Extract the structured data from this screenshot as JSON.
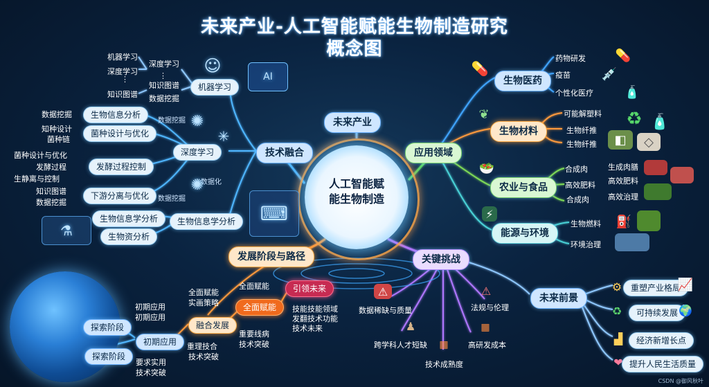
{
  "title_line1": "未来产业-人工智能赋能生物制造研究",
  "title_line2": "概念图",
  "center": {
    "line1": "人工智能赋",
    "line2": "能生物制造"
  },
  "top_node": "未来产业",
  "tech": {
    "label": "技术融合",
    "ml": {
      "label": "机器学习",
      "ai_badge": "AI",
      "l1": [
        "机器学习",
        "深度学习"
      ],
      "l2": [
        "深度学习",
        "知识图谱",
        "数据挖掘",
        "知识图谱"
      ],
      "dots": "⋮"
    },
    "dl": {
      "label": "深度学习",
      "data_mining": "数据挖掘",
      "digitize": "数据化",
      "data_mining2": "数据挖掘"
    },
    "bio_info": {
      "label": "生物信息分析",
      "left": "数据挖掘"
    },
    "strain": {
      "label": "菌种设计与优化",
      "left1": "知种设计",
      "left2": "菌种链"
    },
    "ferment": {
      "label": "发酵过程控制",
      "left1": "菌种设计与优化",
      "left2": "发酵过程",
      "left3": "生静离与控制"
    },
    "downstream": {
      "label": "下游分离与优化",
      "left1": "知识图谱",
      "left2": "数据挖掘"
    },
    "bioinfo2": {
      "label": "生物信息学分析",
      "sub1": "生物信息学分析",
      "sub2": "生物资分析"
    }
  },
  "apps": {
    "label": "应用领域",
    "pharma": {
      "label": "生物医药",
      "items": [
        "药物研发",
        "疫苗",
        "个性化医疗"
      ]
    },
    "materials": {
      "label": "生物材料",
      "items": [
        "可能解塑料",
        "生物纤推",
        "生物纤推"
      ]
    },
    "agri": {
      "label": "农业与食品",
      "items": [
        "合成肉",
        "高效肥料",
        "合成肉"
      ],
      "sub": [
        "生成肉膳",
        "高效肥料",
        "高效治理"
      ]
    },
    "energy": {
      "label": "能源与环境",
      "items": [
        "生物燃料",
        "环境治理"
      ]
    }
  },
  "dev": {
    "label": "发展阶段与路径",
    "explore1": "探索阶段",
    "explore2": "探索阶段",
    "initial": {
      "label": "初期应用",
      "above": [
        "初期应用",
        "初期应用"
      ],
      "below": [
        "要求实用",
        "技术突破"
      ]
    },
    "fusion": {
      "label": "融合发展",
      "above": [
        "全面赋能",
        "实画策略"
      ],
      "below": [
        "重理技合",
        "技术突破"
      ]
    },
    "full": {
      "label": "全面赋能",
      "above": "全面赋能",
      "below": [
        "重要线病",
        "技术突破"
      ]
    },
    "future": {
      "label": "引领未来",
      "below": [
        "技能技能领域",
        "发翻技术功能",
        "技术未来"
      ]
    }
  },
  "challenges": {
    "label": "关键挑战",
    "items": [
      "数据稀缺与质量",
      "法规与伦理",
      "跨学科人才短缺",
      "高研发成本",
      "技术成熟度"
    ]
  },
  "prospects": {
    "label": "未来前景",
    "items": [
      "重塑产业格局",
      "可持续发展",
      "经济新增长点",
      "提升人民生活质量"
    ]
  },
  "footer": "CSDN @御风秋叶"
}
